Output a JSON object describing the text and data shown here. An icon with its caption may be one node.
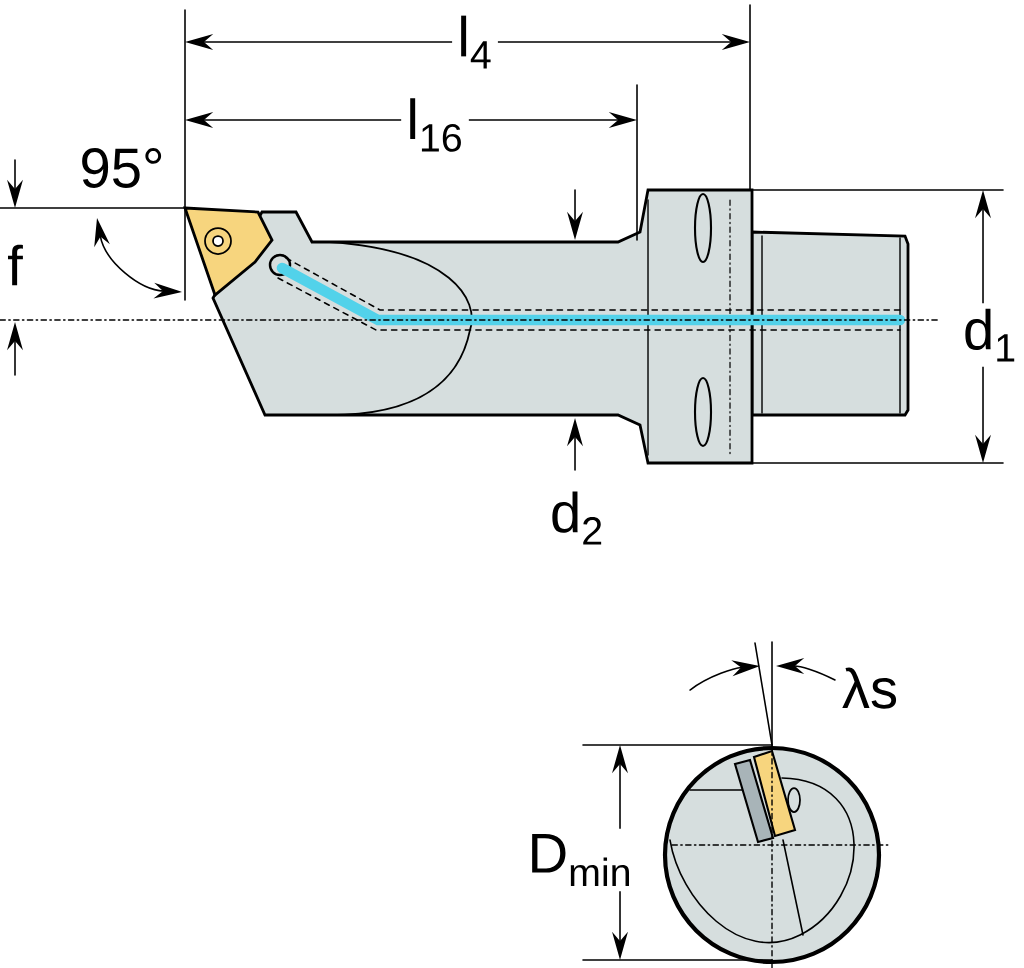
{
  "diagram": {
    "labels": [
      "l$_{4}$",
      "l$_{16}$",
      "95°",
      "f",
      "d$_{1}$",
      "d$_{2}$",
      "λs",
      "D$_{min}$"
    ]
  }
}
